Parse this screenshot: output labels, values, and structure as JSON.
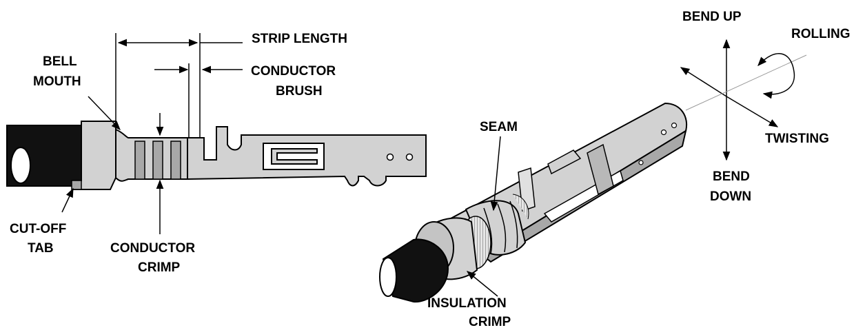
{
  "labels": {
    "strip_length": "STRIP LENGTH",
    "bell_mouth": [
      "BELL",
      "MOUTH"
    ],
    "conductor_brush": [
      "CONDUCTOR",
      "BRUSH"
    ],
    "cut_off_tab": [
      "CUT-OFF",
      "TAB"
    ],
    "conductor_crimp": [
      "CONDUCTOR",
      "CRIMP"
    ],
    "seam": "SEAM",
    "insulation_crimp": [
      "INSULATION",
      "CRIMP"
    ],
    "bend_up": "BEND UP",
    "rolling": "ROLLING",
    "twisting": "TWISTING",
    "bend_down": [
      "BEND",
      "DOWN"
    ]
  },
  "colors": {
    "terminal_fill": "#d2d2d2",
    "terminal_shade": "#a8a8a8",
    "wire_jacket": "#111111",
    "line": "#000000"
  }
}
